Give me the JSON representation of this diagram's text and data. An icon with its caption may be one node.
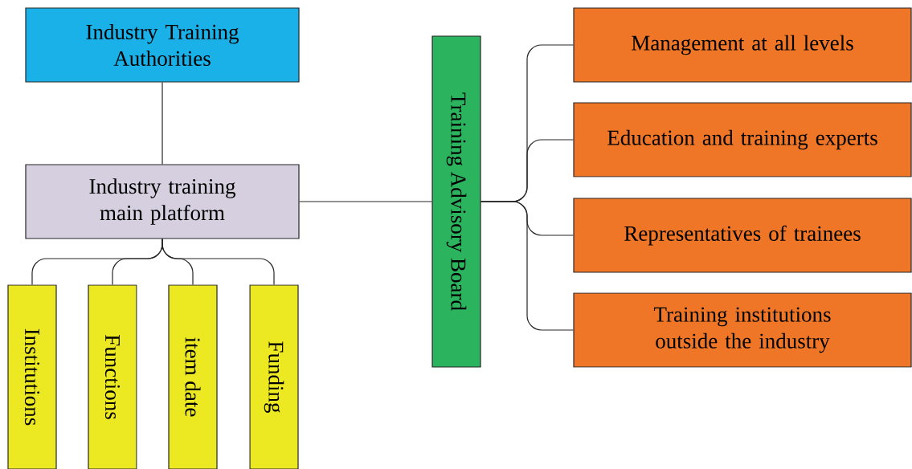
{
  "diagram": {
    "nodes": [
      {
        "text": [
          "Industry Training Authorities"
        ]
      },
      {
        "text": [
          "Industry training main platform"
        ]
      },
      {
        "text": [
          "Institutions"
        ]
      },
      {
        "text": [
          "Functions"
        ]
      },
      {
        "text": [
          "item date"
        ]
      },
      {
        "text": [
          "Funding"
        ]
      },
      {
        "text": [
          "Training Advisory Board"
        ]
      },
      {
        "text": [
          "Management at all levels"
        ]
      },
      {
        "text": [
          "Education and training experts"
        ]
      },
      {
        "text": [
          "Representatives of trainees"
        ]
      },
      {
        "text": [
          "Training institutions outside the industry"
        ]
      }
    ],
    "edges": [
      {
        "from": 0,
        "to": 1,
        "arrow": "none"
      },
      {
        "from": 1,
        "to": 2,
        "arrow": "none"
      },
      {
        "from": 1,
        "to": 3,
        "arrow": "none"
      },
      {
        "from": 1,
        "to": 4,
        "arrow": "none"
      },
      {
        "from": 1,
        "to": 5,
        "arrow": "none"
      },
      {
        "from": 1,
        "to": 6,
        "arrow": "none"
      },
      {
        "from": 6,
        "to": 7,
        "arrow": "none"
      },
      {
        "from": 6,
        "to": 8,
        "arrow": "none"
      },
      {
        "from": 6,
        "to": 9,
        "arrow": "none"
      },
      {
        "from": 6,
        "to": 10,
        "arrow": "none"
      }
    ]
  }
}
